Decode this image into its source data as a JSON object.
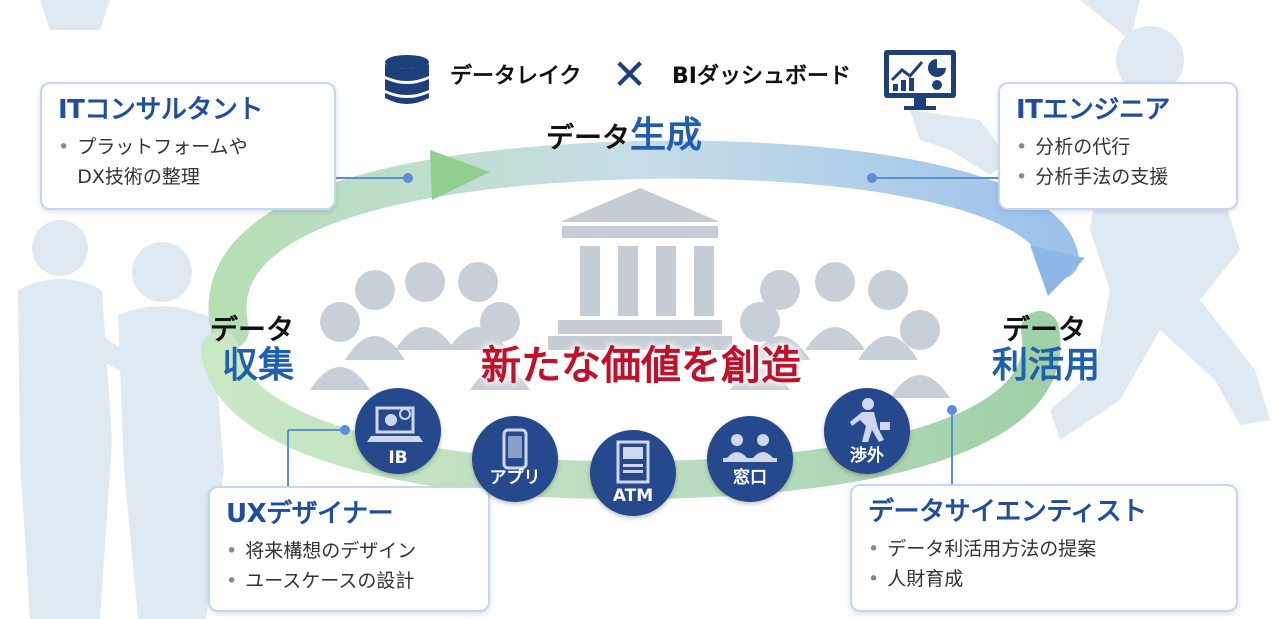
{
  "header": {
    "data_lake": "データレイク",
    "cross": "✕",
    "bi_dashboard": "BIダッシュボード"
  },
  "cycle": {
    "generation_small": "データ",
    "generation_big": "生成",
    "collection_small": "データ",
    "collection_big": "収集",
    "utilization_small": "データ",
    "utilization_big": "利活用",
    "center": "新たな価値を創造"
  },
  "roles": {
    "consultant": {
      "title": "ITコンサルタント",
      "items": [
        "プラットフォームや",
        "DX技術の整理"
      ]
    },
    "engineer": {
      "title": "ITエンジニア",
      "items": [
        "分析の代行",
        "分析手法の支援"
      ]
    },
    "designer": {
      "title": "UXデザイナー",
      "items": [
        "将来構想のデザイン",
        "ユースケースの設計"
      ]
    },
    "scientist": {
      "title": "データサイエンティスト",
      "items": [
        "データ利活用方法の提案",
        "人財育成"
      ]
    }
  },
  "channels": [
    "IB",
    "アプリ",
    "ATM",
    "窓口",
    "渉外"
  ],
  "colors": {
    "title_blue": "#1f4e9c",
    "cycle_blue": "#1f5fae",
    "center_red": "#c0102a",
    "channel_navy": "#25498c",
    "arrow_green": "#a8d8a8",
    "arrow_blue": "#a9c8ea"
  }
}
